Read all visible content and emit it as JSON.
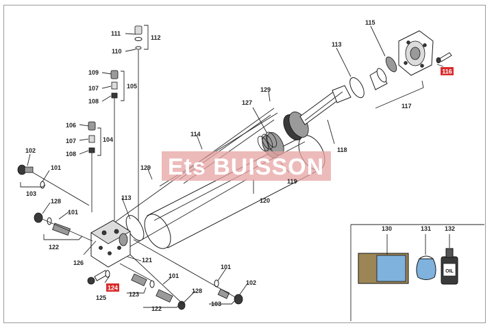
{
  "watermark": "Ets BUISSON",
  "callouts": {
    "c101a": "101",
    "c101b": "101",
    "c101c": "101",
    "c101d": "101",
    "c102a": "102",
    "c102b": "102",
    "c103a": "103",
    "c103b": "103",
    "c104": "104",
    "c105": "105",
    "c106": "106",
    "c107a": "107",
    "c107b": "107",
    "c108a": "108",
    "c108b": "108",
    "c109": "109",
    "c110": "110",
    "c111": "111",
    "c112": "112",
    "c113a": "113",
    "c113b": "113",
    "c114": "114",
    "c115": "115",
    "c116": "116",
    "c117": "117",
    "c118": "118",
    "c119": "119",
    "c120": "120",
    "c121": "121",
    "c122a": "122",
    "c122b": "122",
    "c123": "123",
    "c124": "124",
    "c125": "125",
    "c126": "126",
    "c127": "127",
    "c128a": "128",
    "c128b": "128",
    "c129a": "129",
    "c129b": "129",
    "c130": "130",
    "c131": "131",
    "c132": "132"
  },
  "icons": {
    "oil_label": "OIL"
  },
  "colors": {
    "highlight": "#d92b2b",
    "watermark": "#e7a3a3",
    "water": "#7fb2dd",
    "sand": "#9c8656"
  }
}
